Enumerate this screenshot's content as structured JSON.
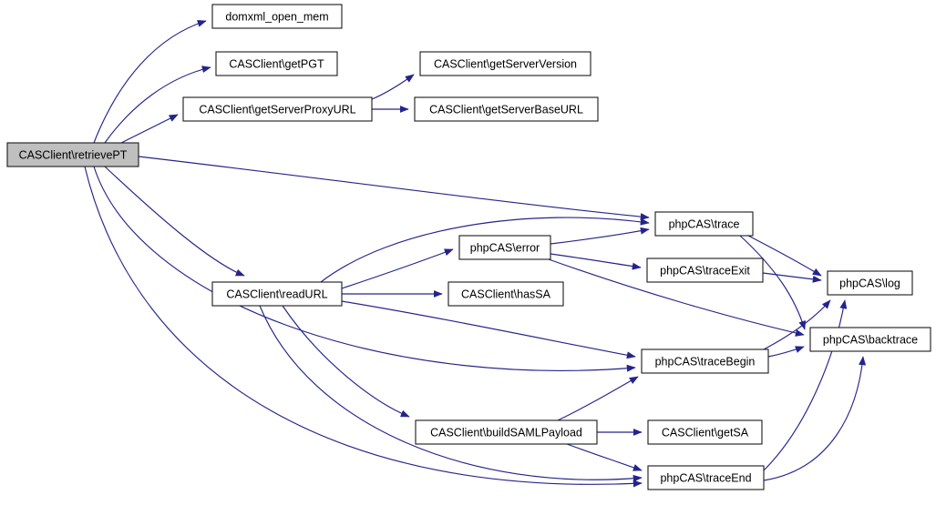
{
  "diagram": {
    "type": "call-graph",
    "highlighted_node": "retrievePT",
    "nodes": [
      {
        "id": "retrievePT",
        "label": "CASClient\\retrievePT",
        "highlight": true
      },
      {
        "id": "domxml",
        "label": "domxml_open_mem",
        "highlight": false
      },
      {
        "id": "getPGT",
        "label": "CASClient\\getPGT",
        "highlight": false
      },
      {
        "id": "getServerProxyURL",
        "label": "CASClient\\getServerProxyURL",
        "highlight": false
      },
      {
        "id": "getServerVersion",
        "label": "CASClient\\getServerVersion",
        "highlight": false
      },
      {
        "id": "getServerBaseURL",
        "label": "CASClient\\getServerBaseURL",
        "highlight": false
      },
      {
        "id": "trace",
        "label": "phpCAS\\trace",
        "highlight": false
      },
      {
        "id": "error",
        "label": "phpCAS\\error",
        "highlight": false
      },
      {
        "id": "traceExit",
        "label": "phpCAS\\traceExit",
        "highlight": false
      },
      {
        "id": "log",
        "label": "phpCAS\\log",
        "highlight": false
      },
      {
        "id": "readURL",
        "label": "CASClient\\readURL",
        "highlight": false
      },
      {
        "id": "hasSA",
        "label": "CASClient\\hasSA",
        "highlight": false
      },
      {
        "id": "backtrace",
        "label": "phpCAS\\backtrace",
        "highlight": false
      },
      {
        "id": "traceBegin",
        "label": "phpCAS\\traceBegin",
        "highlight": false
      },
      {
        "id": "buildSAMLPayload",
        "label": "CASClient\\buildSAMLPayload",
        "highlight": false
      },
      {
        "id": "getSA",
        "label": "CASClient\\getSA",
        "highlight": false
      },
      {
        "id": "traceEnd",
        "label": "phpCAS\\traceEnd",
        "highlight": false
      }
    ],
    "edges": [
      {
        "from": "retrievePT",
        "to": "domxml"
      },
      {
        "from": "retrievePT",
        "to": "getPGT"
      },
      {
        "from": "retrievePT",
        "to": "getServerProxyURL"
      },
      {
        "from": "retrievePT",
        "to": "trace"
      },
      {
        "from": "retrievePT",
        "to": "readURL"
      },
      {
        "from": "retrievePT",
        "to": "traceBegin"
      },
      {
        "from": "retrievePT",
        "to": "traceEnd"
      },
      {
        "from": "getServerProxyURL",
        "to": "getServerVersion"
      },
      {
        "from": "getServerProxyURL",
        "to": "getServerBaseURL"
      },
      {
        "from": "readURL",
        "to": "trace"
      },
      {
        "from": "readURL",
        "to": "error"
      },
      {
        "from": "readURL",
        "to": "hasSA"
      },
      {
        "from": "readURL",
        "to": "traceBegin"
      },
      {
        "from": "readURL",
        "to": "buildSAMLPayload"
      },
      {
        "from": "readURL",
        "to": "traceEnd"
      },
      {
        "from": "error",
        "to": "trace"
      },
      {
        "from": "error",
        "to": "traceExit"
      },
      {
        "from": "error",
        "to": "backtrace"
      },
      {
        "from": "trace",
        "to": "log"
      },
      {
        "from": "trace",
        "to": "backtrace"
      },
      {
        "from": "traceExit",
        "to": "log"
      },
      {
        "from": "traceBegin",
        "to": "log"
      },
      {
        "from": "traceBegin",
        "to": "backtrace"
      },
      {
        "from": "buildSAMLPayload",
        "to": "getSA"
      },
      {
        "from": "buildSAMLPayload",
        "to": "traceBegin"
      },
      {
        "from": "buildSAMLPayload",
        "to": "traceEnd"
      },
      {
        "from": "traceEnd",
        "to": "log"
      },
      {
        "from": "traceEnd",
        "to": "backtrace"
      }
    ]
  },
  "colors": {
    "edge": "#24248c",
    "node_border": "#1a1a1a",
    "node_fill": "#ffffff",
    "highlight_fill": "#bfbfbf",
    "text": "#000000",
    "background": "#ffffff"
  }
}
